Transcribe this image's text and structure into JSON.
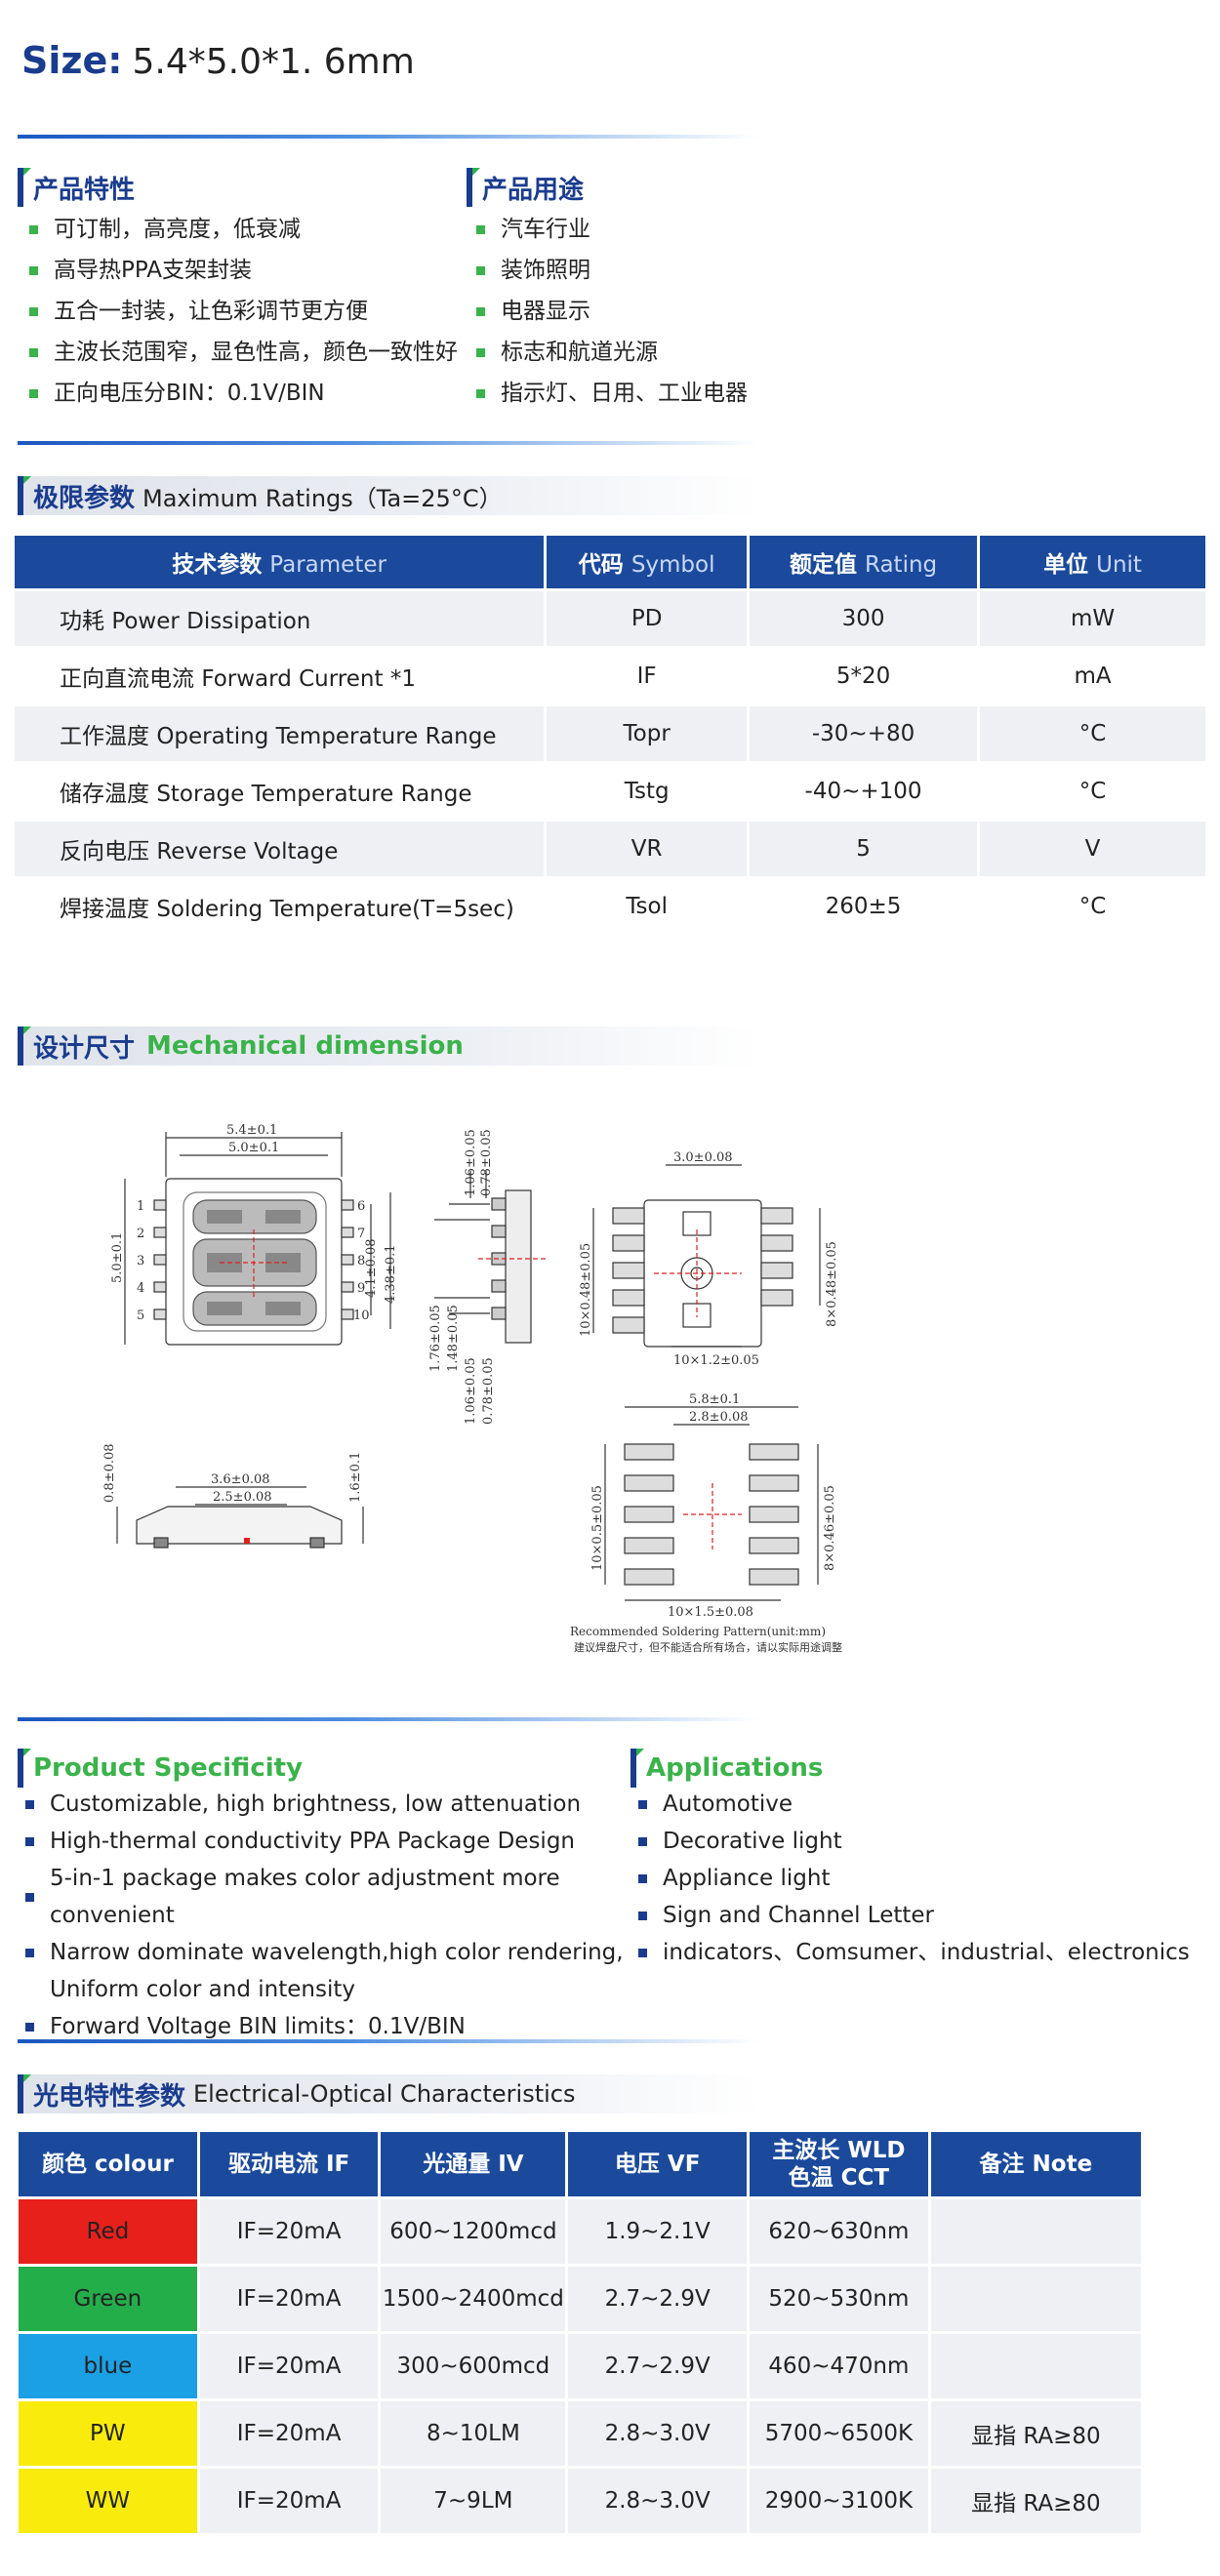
{
  "size": {
    "label": "Size:",
    "value": "5.4*5.0*1. 6mm"
  },
  "features_cn": {
    "title": "产品特性",
    "items": [
      "可订制，高亮度，低衰减",
      "高导热PPA支架封装",
      "五合一封装，让色彩调节更方便",
      "主波长范围窄，显色性高，颜色一致性好",
      "正向电压分BIN：0.1V/BIN"
    ]
  },
  "applications_cn": {
    "title": "产品用途",
    "items": [
      "汽车行业",
      "装饰照明",
      "电器显示",
      "标志和航道光源",
      "指示灯、日用、工业电器"
    ]
  },
  "max_ratings": {
    "title_cn": "极限参数",
    "title_en": "Maximum Ratings（Ta=25°C）",
    "headers": [
      {
        "cn": "技术参数",
        "en": "Parameter"
      },
      {
        "cn": "代码",
        "en": "Symbol"
      },
      {
        "cn": "额定值",
        "en": "Rating"
      },
      {
        "cn": "单位",
        "en": "Unit"
      }
    ],
    "rows": [
      {
        "param_cn": "功耗",
        "param_en": "Power Dissipation",
        "symbol": "PD",
        "rating": "300",
        "unit": "mW"
      },
      {
        "param_cn": "正向直流电流",
        "param_en": "Forward Current *1",
        "symbol": "IF",
        "rating": "5*20",
        "unit": "mA"
      },
      {
        "param_cn": "工作温度",
        "param_en": "Operating Temperature Range",
        "symbol": "Topr",
        "rating": "-30~+80",
        "unit": "°C"
      },
      {
        "param_cn": "储存温度",
        "param_en": "Storage Temperature Range",
        "symbol": "Tstg",
        "rating": "-40~+100",
        "unit": "°C"
      },
      {
        "param_cn": "反向电压",
        "param_en": "Reverse Voltage",
        "symbol": "VR",
        "rating": "5",
        "unit": "V"
      },
      {
        "param_cn": "焊接温度",
        "param_en": "Soldering Temperature(T=5sec)",
        "symbol": "Tsol",
        "rating": "260±5",
        "unit": "°C"
      }
    ]
  },
  "mechanical": {
    "title_cn": "设计尺寸",
    "title_en": "Mechanical dimension",
    "dims": {
      "top_w1": "5.4±0.1",
      "top_w2": "5.0±0.1",
      "top_h": "5.0±0.1",
      "top_pad_h": "4.1±0.08",
      "top_pad_h2": "4.38±0.1",
      "side_a": "1.06±0.05",
      "side_b": "0.78±0.05",
      "side_c": "1.76±0.05",
      "side_d": "1.48±0.05",
      "side_e": "1.06±0.05",
      "side_f": "0.78±0.05",
      "bottom_w": "3.0±0.08",
      "bottom_pad": "10×0.48±0.05",
      "bottom_pad2": "8×0.48±0.05",
      "bottom_pitch": "10×1.2±0.05",
      "profile_a": "3.6±0.08",
      "profile_b": "2.5±0.08",
      "profile_h": "0.8±0.08",
      "profile_t": "1.6±0.1",
      "solder_w1": "5.8±0.1",
      "solder_w2": "2.8±0.08",
      "solder_pad": "10×0.5±0.05",
      "solder_pad2": "8×0.46±0.05",
      "solder_pitch": "10×1.5±0.08",
      "solder_caption": "Recommended Soldering Pattern(unit:mm)",
      "solder_note": "建议焊盘尺寸，但不能适合所有场合，请以实际用途调整"
    },
    "pins_left": [
      "1",
      "2",
      "3",
      "4",
      "5"
    ],
    "pins_right": [
      "6",
      "7",
      "8",
      "9",
      "10"
    ]
  },
  "features_en": {
    "title": "Product Specificity",
    "items": [
      "Customizable, high brightness, low attenuation",
      "High-thermal conductivity PPA Package Design",
      "5-in-1 package makes color adjustment more convenient",
      "Narrow dominate wavelength,high color rendering,",
      "Uniform color and intensity",
      "Forward Voltage BIN limits：0.1V/BIN"
    ]
  },
  "applications_en": {
    "title": "Applications",
    "items": [
      "Automotive",
      "Decorative light",
      "Appliance light",
      "Sign and Channel Letter",
      "indicators、Comsumer、industrial、electronics"
    ]
  },
  "eo": {
    "title_cn": "光电特性参数",
    "title_en": "Electrical-Optical Characteristics",
    "headers": [
      "颜色 colour",
      "驱动电流 IF",
      "光通量 IV",
      "电压 VF",
      "主波长 WLD",
      "色温 CCT",
      "备注 Note"
    ],
    "rows": [
      {
        "colour": "Red",
        "if": "IF=20mA",
        "iv": "600~1200mcd",
        "vf": "1.9~2.1V",
        "wld": "620~630nm",
        "note": ""
      },
      {
        "colour": "Green",
        "if": "IF=20mA",
        "iv": "1500~2400mcd",
        "vf": "2.7~2.9V",
        "wld": "520~530nm",
        "note": ""
      },
      {
        "colour": "blue",
        "if": "IF=20mA",
        "iv": "300~600mcd",
        "vf": "2.7~2.9V",
        "wld": "460~470nm",
        "note": ""
      },
      {
        "colour": "PW",
        "if": "IF=20mA",
        "iv": "8~10LM",
        "vf": "2.8~3.0V",
        "wld": "5700~6500K",
        "note": "显指 RA≥80"
      },
      {
        "colour": "WW",
        "if": "IF=20mA",
        "iv": "7~9LM",
        "vf": "2.8~3.0V",
        "wld": "2900~3100K",
        "note": "显指 RA≥80"
      }
    ]
  },
  "colors": {
    "brand_blue": "#1b4a9c",
    "accent_green": "#3ab34a",
    "red": "#e8201c",
    "green": "#23ae4a",
    "blue": "#1ba0e6",
    "yellow": "#f9ec0c"
  }
}
